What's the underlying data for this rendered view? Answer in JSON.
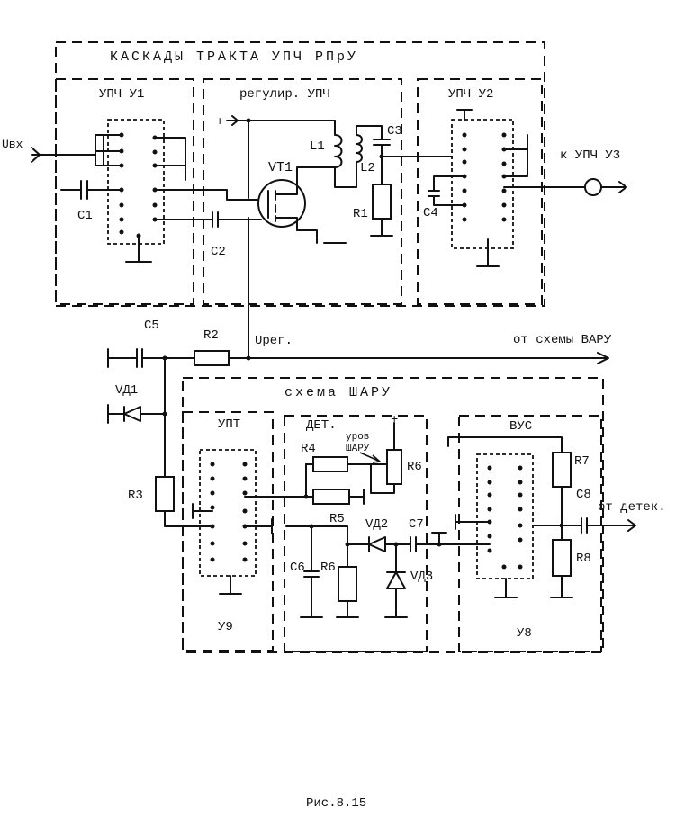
{
  "blocks": {
    "outer_title": "КАСКАДЫ ТРАКТА УПЧ   РПрУ",
    "upch1": "УПЧ  У1",
    "regul": "регулир. УПЧ",
    "upch2": "УПЧ  У2",
    "shapu": "схема  ШАРУ",
    "upt": "УПТ",
    "det": "ДЕТ.",
    "vus": "ВУС",
    "u9": "У9",
    "u8": "У8"
  },
  "labels": {
    "u_in": "Uвх",
    "u_reg": "Uрег.",
    "plus_top": "+",
    "plus_det": "+",
    "level_line1": "уров",
    "level_line2": "ШАРУ",
    "to_upch3": "к УПЧ  У3",
    "from_varu": "от схемы ВАРУ",
    "from_detector": "от детек."
  },
  "components": {
    "C1": "C1",
    "C2": "C2",
    "C3": "C3",
    "C4": "C4",
    "C5": "C5",
    "C6": "C6",
    "C7": "C7",
    "C8": "C8",
    "R1": "R1",
    "R2": "R2",
    "R3": "R3",
    "R4": "R4",
    "R5": "R5",
    "R6a": "R6",
    "R6b": "R6",
    "R7": "R7",
    "R8": "R8",
    "L1": "L1",
    "L2": "L2",
    "VT1": "VT1",
    "VD1": "VД1",
    "VD2": "VД2",
    "VD3": "VД3"
  },
  "caption": "Рис.8.15"
}
